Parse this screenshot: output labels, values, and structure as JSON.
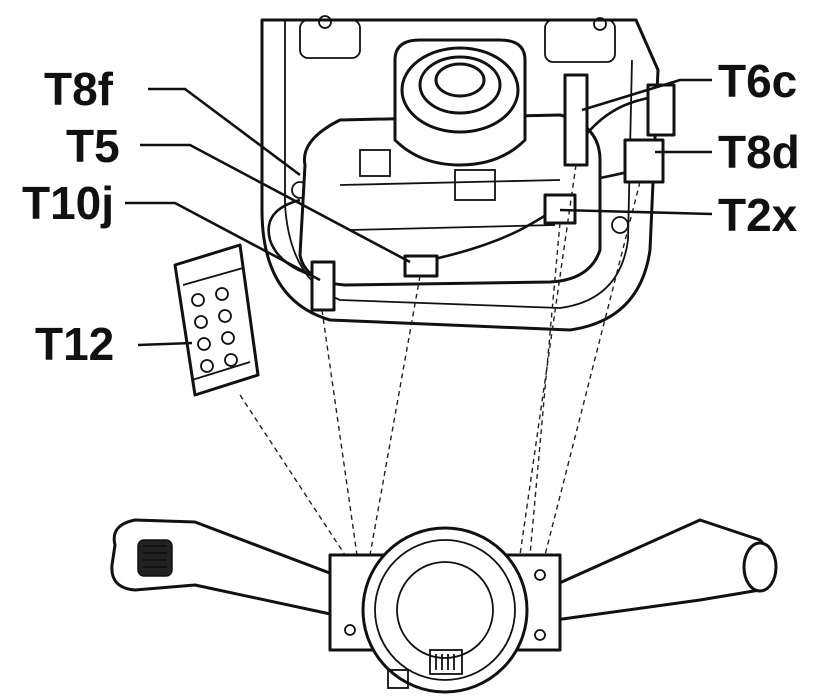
{
  "labels": {
    "t8f": "T8f",
    "t5": "T5",
    "t10j": "T10j",
    "t12": "T12",
    "t6c": "T6c",
    "t8d": "T8d",
    "t2x": "T2x"
  },
  "colors": {
    "ink": "#111111",
    "background": "#ffffff"
  }
}
